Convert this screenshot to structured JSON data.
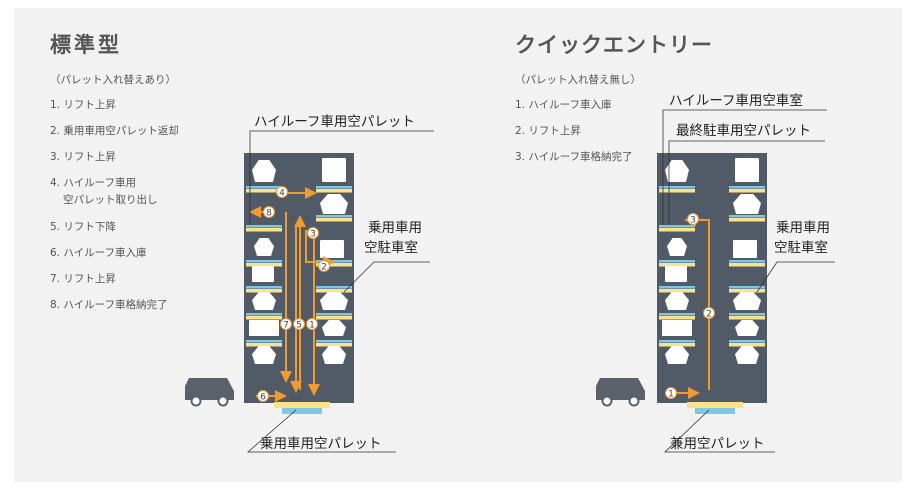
{
  "colors": {
    "tower": "#515a67",
    "shelf_blue": "#7ec8e3",
    "shelf_yellow": "#ffe18a",
    "arrow": "#f29a2e",
    "badge_text": "#444444",
    "panel": "#f2f2f2"
  },
  "standard": {
    "title": "標準型",
    "subtitle": "（パレット入れ替えあり）",
    "steps": [
      "1. リフト上昇",
      "2. 乗用車用空パレット返却",
      "3. リフト上昇",
      "4. ハイルーフ車用",
      "5. リフト下降",
      "6. ハイルーフ車入庫",
      "7. リフト上昇",
      "8. ハイルーフ車格納完了"
    ],
    "step4_line2": "空パレット取り出し",
    "label_top": "ハイルーフ車用空パレット",
    "label_right_1": "乗用車用",
    "label_right_2": "空駐車室",
    "label_bottom": "乗用車用空パレット",
    "badges": [
      "4",
      "8",
      "3",
      "2",
      "7",
      "5",
      "1",
      "6"
    ]
  },
  "quick": {
    "title": "クイックエントリー",
    "subtitle": "（パレット入れ替え無し）",
    "steps": [
      "1. ハイルーフ車入庫",
      "2. リフト上昇",
      "3. ハイルーフ車格納完了"
    ],
    "label_top_1": "ハイルーフ車用空車室",
    "label_top_2": "最終駐車用空パレット",
    "label_right_1": "乗用車用",
    "label_right_2": "空駐車室",
    "label_bottom": "兼用空パレット",
    "badges": [
      "3",
      "2",
      "1"
    ]
  }
}
